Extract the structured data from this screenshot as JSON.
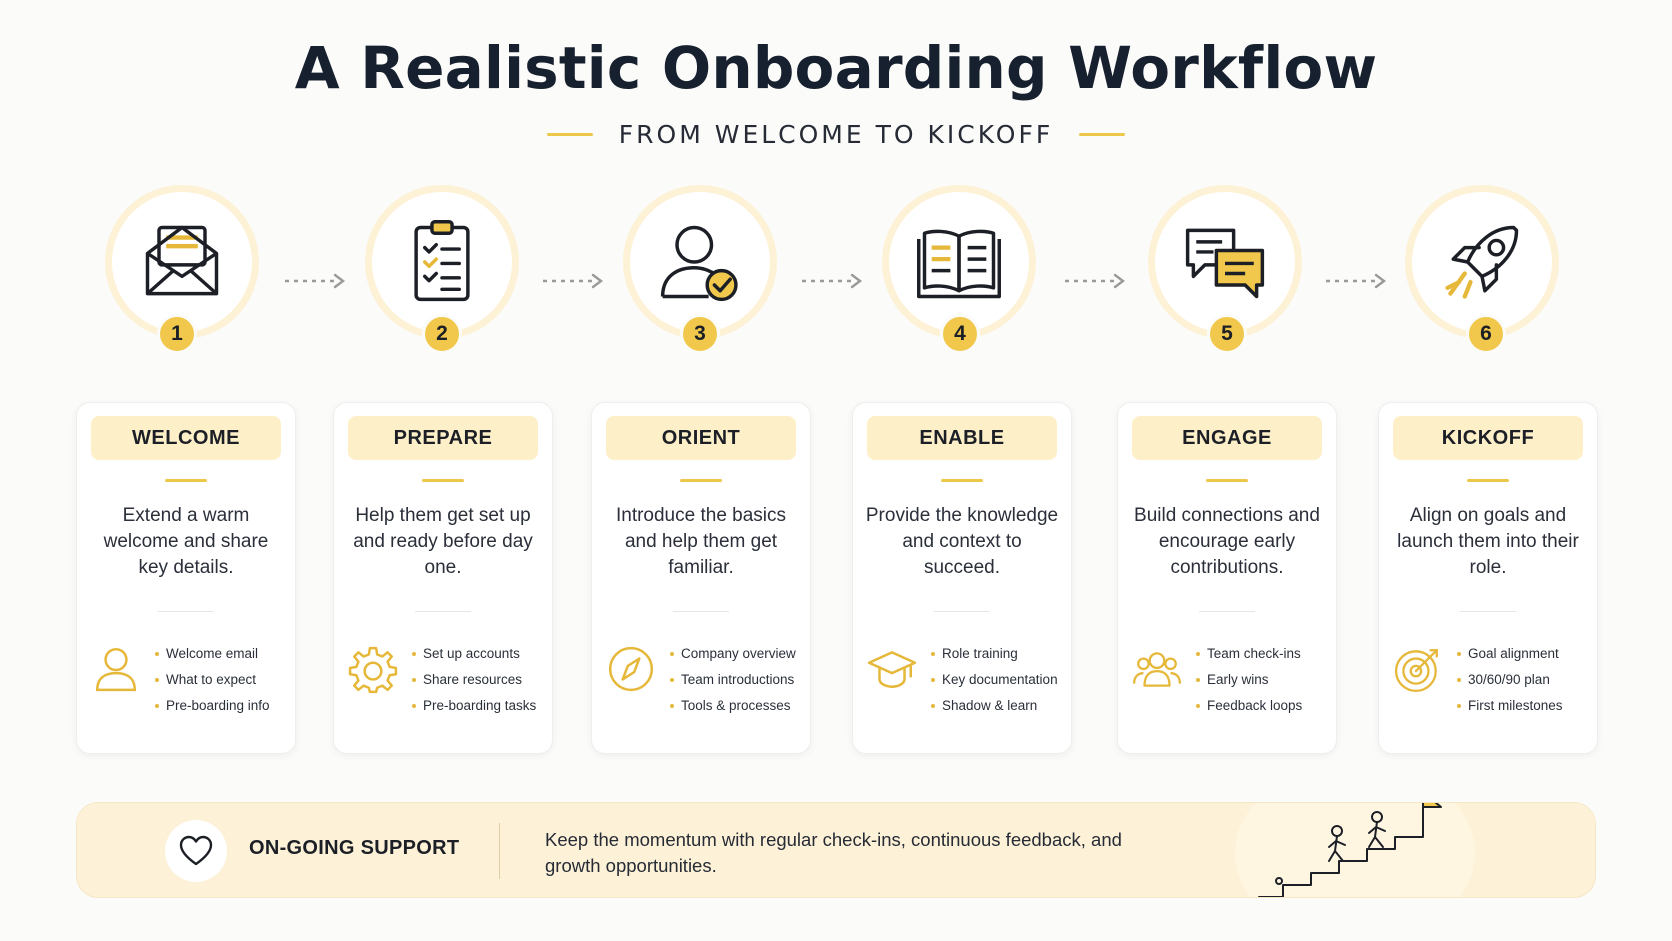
{
  "title": "A Realistic Onboarding Workflow",
  "subtitle": "FROM WELCOME TO KICKOFF",
  "steps": [
    {
      "number": "1",
      "name": "WELCOME",
      "icon": "envelope-icon",
      "description": "Extend a warm welcome and share key details.",
      "detail_icon": "person-icon",
      "items": [
        "Welcome email",
        "What to expect",
        "Pre-boarding info"
      ]
    },
    {
      "number": "2",
      "name": "PREPARE",
      "icon": "checklist-icon",
      "description": "Help them get set up and ready before day one.",
      "detail_icon": "gear-icon",
      "items": [
        "Set up accounts",
        "Share resources",
        "Pre-boarding tasks"
      ]
    },
    {
      "number": "3",
      "name": "ORIENT",
      "icon": "user-check-icon",
      "description": "Introduce the basics and help them get familiar.",
      "detail_icon": "compass-icon",
      "items": [
        "Company overview",
        "Team introductions",
        "Tools & processes"
      ]
    },
    {
      "number": "4",
      "name": "ENABLE",
      "icon": "open-book-icon",
      "description": "Provide the knowledge and context to succeed.",
      "detail_icon": "graduation-cap-icon",
      "items": [
        "Role training",
        "Key documentation",
        "Shadow & learn"
      ]
    },
    {
      "number": "5",
      "name": "ENGAGE",
      "icon": "chat-bubbles-icon",
      "description": "Build connections and encourage early contributions.",
      "detail_icon": "team-icon",
      "items": [
        "Team check-ins",
        "Early wins",
        "Feedback loops"
      ]
    },
    {
      "number": "6",
      "name": "KICKOFF",
      "icon": "rocket-icon",
      "description": "Align on goals and launch them into their role.",
      "detail_icon": "target-icon",
      "items": [
        "Goal alignment",
        "30/60/90 plan",
        "First milestones"
      ]
    }
  ],
  "support": {
    "label": "ON-GOING SUPPORT",
    "icon": "heart-icon",
    "text": "Keep the momentum with regular check-ins, continuous feedback, and growth opportunities.",
    "illustration": "stairs-climbers-flag-icon"
  },
  "colors": {
    "accent": "#f1c84b",
    "accent_soft": "#fdf0c9",
    "ring": "#fdf1d6",
    "ink": "#1c1f26",
    "panel": "#fdf2d8"
  }
}
